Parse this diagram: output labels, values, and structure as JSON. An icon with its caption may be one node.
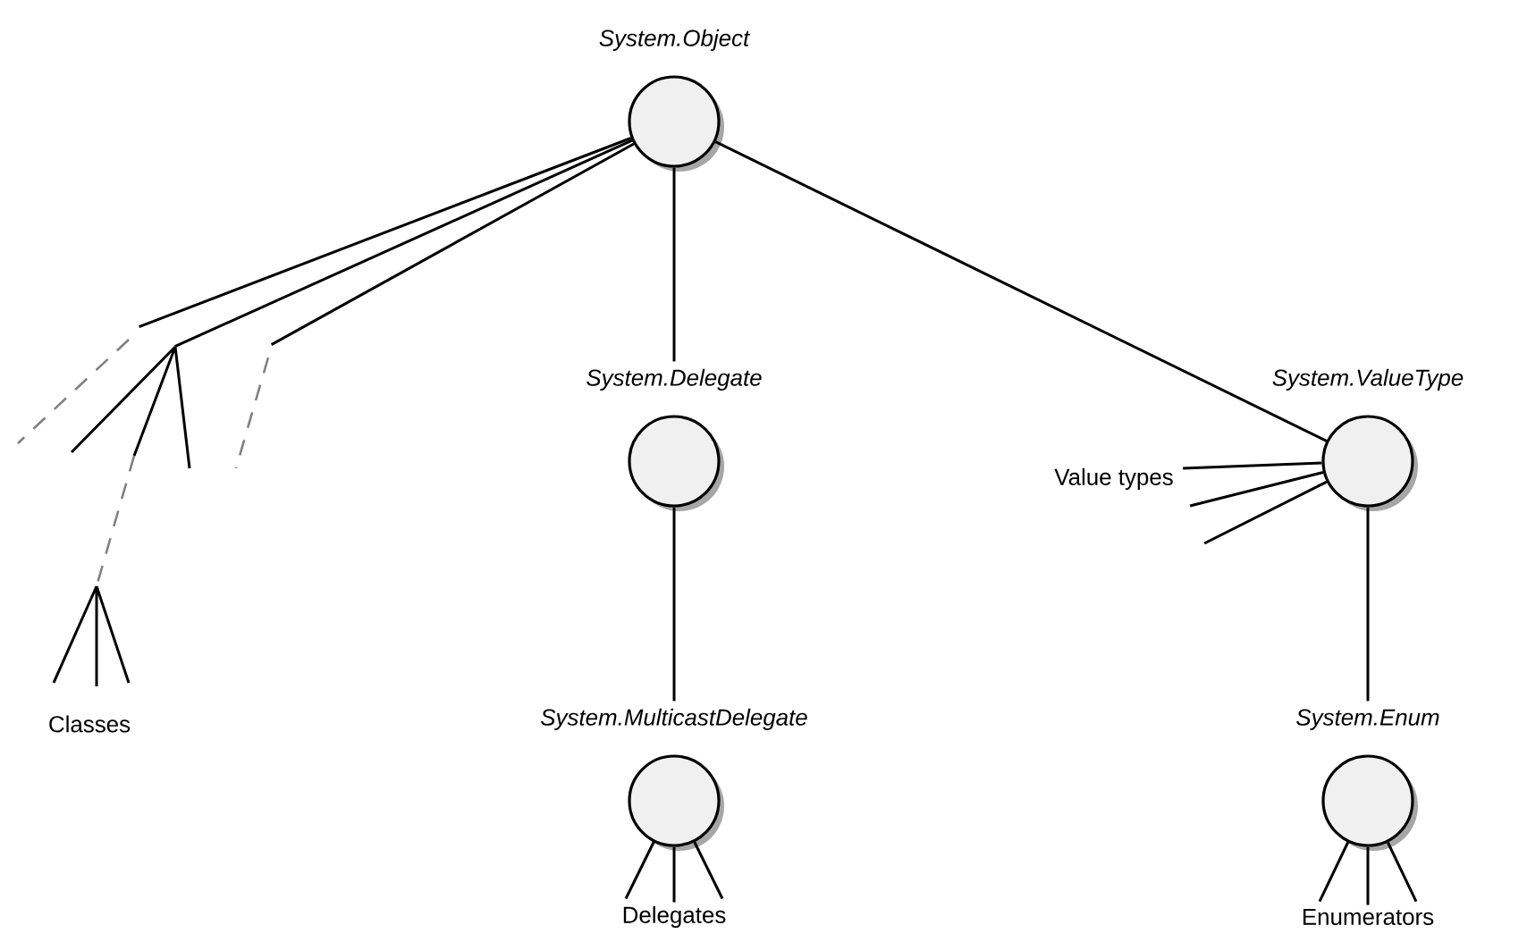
{
  "diagram": {
    "nodes": [
      {
        "text": [
          "System.Object"
        ]
      },
      {
        "text": [
          "System.Delegate"
        ]
      },
      {
        "text": [
          "System.MulticastDelegate"
        ]
      },
      {
        "text": [
          "System.ValueType"
        ]
      },
      {
        "text": [
          "System.Enum"
        ]
      },
      {
        "text": [],
        "shape": "tree"
      },
      {
        "text": [
          "Value types"
        ]
      },
      {
        "text": [
          "Delegates"
        ]
      },
      {
        "text": [
          "Enumerators"
        ]
      }
    ],
    "edges": [
      {
        "from": 0,
        "to": 1,
        "arrow": "none"
      },
      {
        "from": 1,
        "to": 2,
        "arrow": "none"
      },
      {
        "from": 0,
        "to": 3,
        "arrow": "none"
      },
      {
        "from": 3,
        "to": 4,
        "arrow": "none"
      },
      {
        "from": 0,
        "to": 5,
        "arrow": "none"
      },
      {
        "from": 0,
        "to": 5,
        "arrow": "none"
      },
      {
        "from": 0,
        "to": 5,
        "arrow": "none"
      },
      {
        "from": 3,
        "to": 6,
        "arrow": "none"
      },
      {
        "from": 3,
        "to": 6,
        "arrow": "none"
      },
      {
        "from": 3,
        "to": 6,
        "arrow": "none"
      },
      {
        "from": 2,
        "to": 7,
        "arrow": "none"
      },
      {
        "from": 2,
        "to": 7,
        "arrow": "none"
      },
      {
        "from": 2,
        "to": 7,
        "arrow": "none"
      },
      {
        "from": 4,
        "to": 8,
        "arrow": "none"
      },
      {
        "from": 4,
        "to": 8,
        "arrow": "none"
      },
      {
        "from": 4,
        "to": 8,
        "arrow": "none"
      }
    ],
    "labels": [
      "Classes"
    ]
  }
}
